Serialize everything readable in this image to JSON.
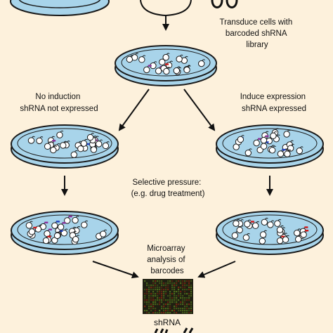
{
  "labels": {
    "transduce": [
      "Transduce cells with",
      "barcoded shRNA",
      "library"
    ],
    "no_induction": [
      "No induction",
      "shRNA not expressed"
    ],
    "induce": [
      "Induce expression",
      "shRNA expressed"
    ],
    "selective": [
      "Selective pressure:",
      "(e.g. drug treatment)"
    ],
    "microarray": [
      "Microarray",
      "analysis of",
      "barcodes"
    ],
    "bottom": "shRNA"
  },
  "colors": {
    "background": "#fdf1dc",
    "dish_fill": "#a8d4ea",
    "dish_stroke": "#1a1a1a",
    "cell_fill": "#ffffff",
    "barcode_red": "#d01818",
    "barcode_blue": "#1f3fbf",
    "barcode_purple": "#8a2f9a",
    "microarray_dark": "#1f1f12",
    "microarray_green": "#4f6e1c",
    "microarray_red": "#7a2512"
  }
}
